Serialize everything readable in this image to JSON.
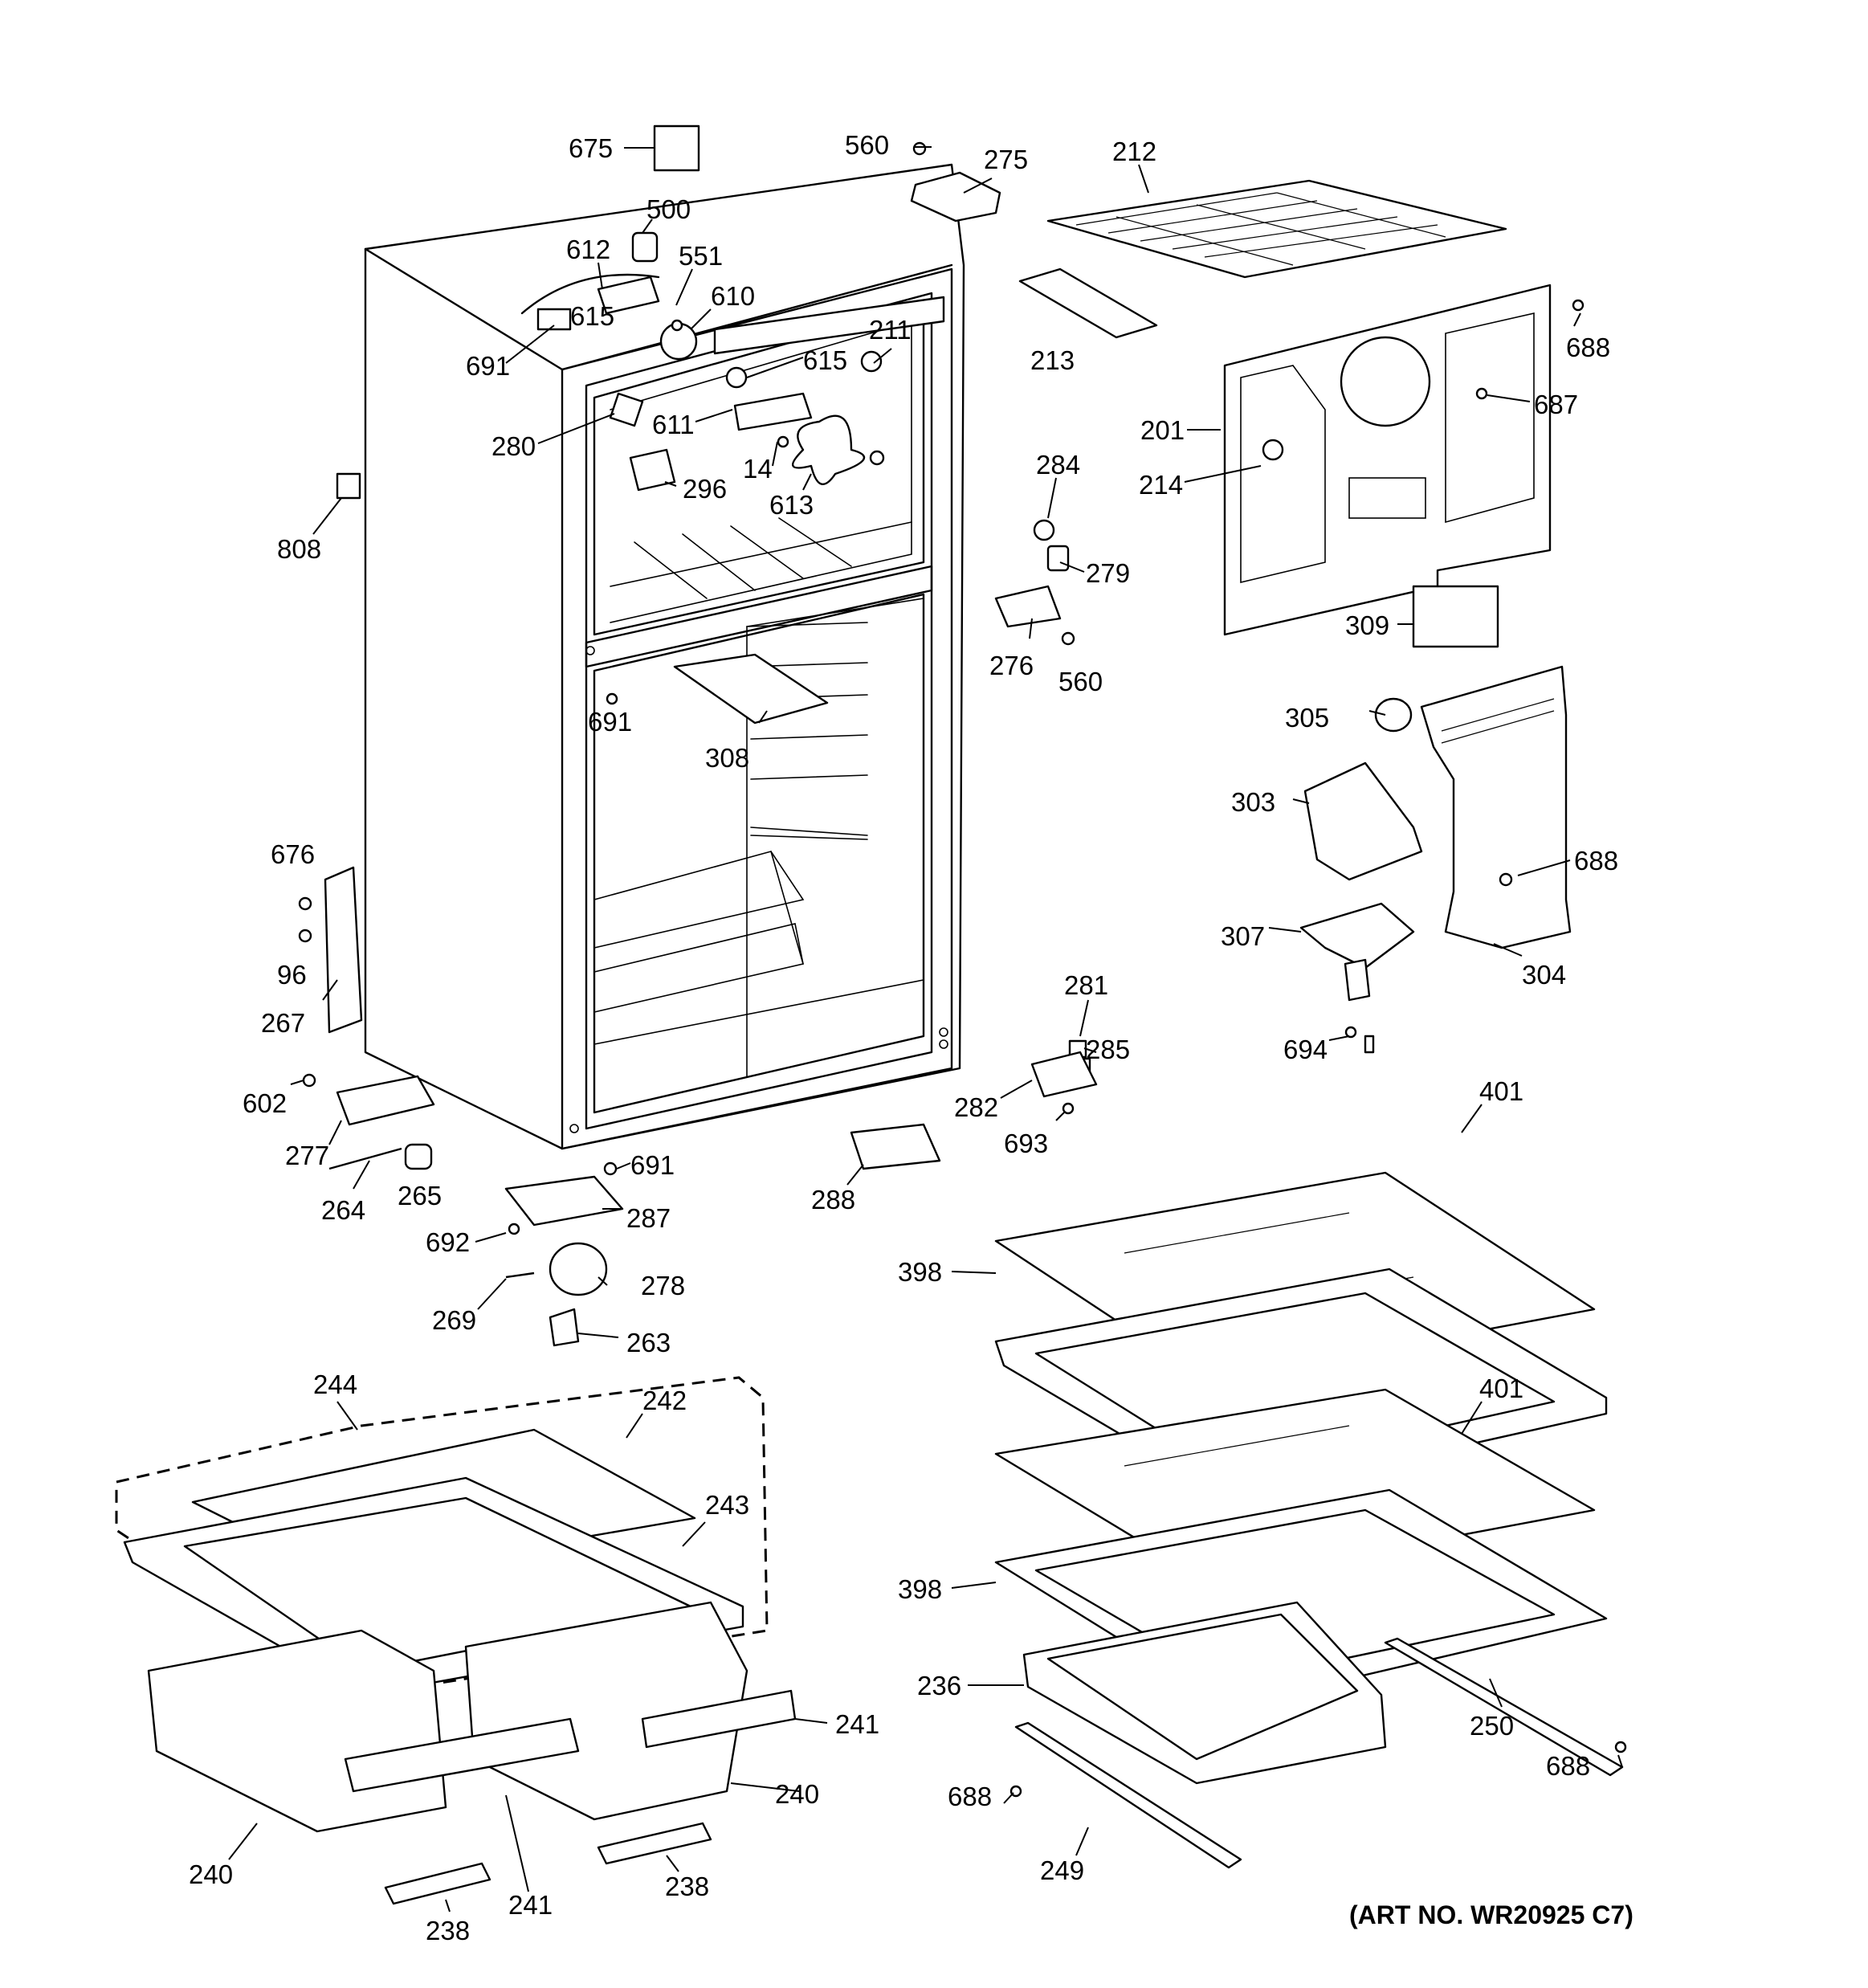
{
  "art_number": "(ART NO. WR20925 C7)",
  "callouts": [
    {
      "id": "c675",
      "text": "675"
    },
    {
      "id": "c560a",
      "text": "560"
    },
    {
      "id": "c275",
      "text": "275"
    },
    {
      "id": "c212",
      "text": "212"
    },
    {
      "id": "c500",
      "text": "500"
    },
    {
      "id": "c612",
      "text": "612"
    },
    {
      "id": "c551",
      "text": "551"
    },
    {
      "id": "c610",
      "text": "610"
    },
    {
      "id": "c615a",
      "text": "615"
    },
    {
      "id": "c691a",
      "text": "691"
    },
    {
      "id": "c615b",
      "text": "615"
    },
    {
      "id": "c211",
      "text": "211"
    },
    {
      "id": "c213",
      "text": "213"
    },
    {
      "id": "c688a",
      "text": "688"
    },
    {
      "id": "c687",
      "text": "687"
    },
    {
      "id": "c201",
      "text": "201"
    },
    {
      "id": "c280",
      "text": "280"
    },
    {
      "id": "c611",
      "text": "611"
    },
    {
      "id": "c284",
      "text": "284"
    },
    {
      "id": "c214",
      "text": "214"
    },
    {
      "id": "c14",
      "text": "14"
    },
    {
      "id": "c296",
      "text": "296"
    },
    {
      "id": "c613",
      "text": "613"
    },
    {
      "id": "c808",
      "text": "808"
    },
    {
      "id": "c279",
      "text": "279"
    },
    {
      "id": "c309",
      "text": "309"
    },
    {
      "id": "c276",
      "text": "276"
    },
    {
      "id": "c560b",
      "text": "560"
    },
    {
      "id": "c691b",
      "text": "691"
    },
    {
      "id": "c305",
      "text": "305"
    },
    {
      "id": "c308",
      "text": "308"
    },
    {
      "id": "c303",
      "text": "303"
    },
    {
      "id": "c676",
      "text": "676"
    },
    {
      "id": "c688b",
      "text": "688"
    },
    {
      "id": "c96",
      "text": "96"
    },
    {
      "id": "c307",
      "text": "307"
    },
    {
      "id": "c304",
      "text": "304"
    },
    {
      "id": "c281",
      "text": "281"
    },
    {
      "id": "c267",
      "text": "267"
    },
    {
      "id": "c285",
      "text": "285"
    },
    {
      "id": "c694",
      "text": "694"
    },
    {
      "id": "c602",
      "text": "602"
    },
    {
      "id": "c282",
      "text": "282"
    },
    {
      "id": "c401a",
      "text": "401"
    },
    {
      "id": "c277",
      "text": "277"
    },
    {
      "id": "c693",
      "text": "693"
    },
    {
      "id": "c691c",
      "text": "691"
    },
    {
      "id": "c265",
      "text": "265"
    },
    {
      "id": "c288",
      "text": "288"
    },
    {
      "id": "c264",
      "text": "264"
    },
    {
      "id": "c287",
      "text": "287"
    },
    {
      "id": "c692",
      "text": "692"
    },
    {
      "id": "c398a",
      "text": "398"
    },
    {
      "id": "c278",
      "text": "278"
    },
    {
      "id": "c269",
      "text": "269"
    },
    {
      "id": "c263",
      "text": "263"
    },
    {
      "id": "c244",
      "text": "244"
    },
    {
      "id": "c401b",
      "text": "401"
    },
    {
      "id": "c242",
      "text": "242"
    },
    {
      "id": "c243",
      "text": "243"
    },
    {
      "id": "c398b",
      "text": "398"
    },
    {
      "id": "c236",
      "text": "236"
    },
    {
      "id": "c241a",
      "text": "241"
    },
    {
      "id": "c250",
      "text": "250"
    },
    {
      "id": "c688c",
      "text": "688"
    },
    {
      "id": "c240a",
      "text": "240"
    },
    {
      "id": "c688d",
      "text": "688"
    },
    {
      "id": "c240b",
      "text": "240"
    },
    {
      "id": "c249",
      "text": "249"
    },
    {
      "id": "c238a",
      "text": "238"
    },
    {
      "id": "c241b",
      "text": "241"
    },
    {
      "id": "c238b",
      "text": "238"
    }
  ]
}
